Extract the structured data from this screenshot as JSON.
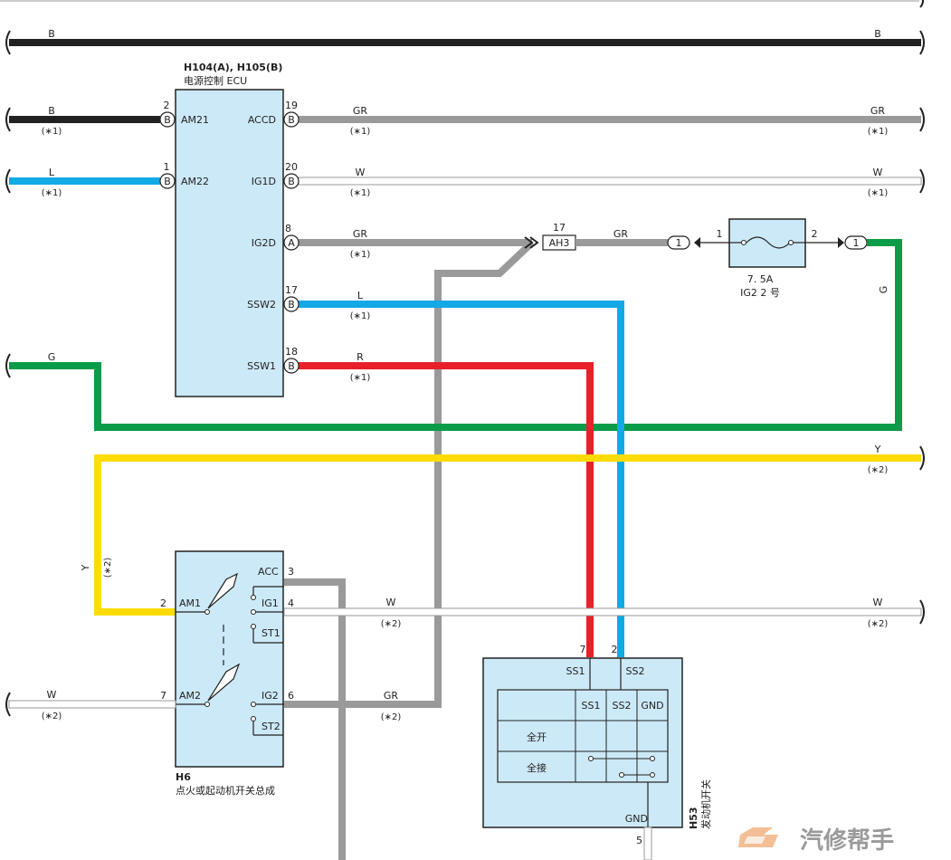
{
  "ecu": {
    "id": "H104(A), H105(B)",
    "name": "电源控制 ECU",
    "pins_left": [
      {
        "num": "2",
        "conn": "B",
        "name": "AM21"
      },
      {
        "num": "1",
        "conn": "B",
        "name": "AM22"
      }
    ],
    "pins_right": [
      {
        "num": "19",
        "conn": "B",
        "name": "ACCD"
      },
      {
        "num": "20",
        "conn": "B",
        "name": "IG1D"
      },
      {
        "num": "8",
        "conn": "A",
        "name": "IG2D"
      },
      {
        "num": "17",
        "conn": "B",
        "name": "SSW2"
      },
      {
        "num": "18",
        "conn": "B",
        "name": "SSW1"
      }
    ]
  },
  "ignition_switch": {
    "id": "H6",
    "name": "点火或起动机开关总成",
    "pins_left": [
      {
        "num": "2",
        "name": "AM1"
      },
      {
        "num": "7",
        "name": "AM2"
      }
    ],
    "pins_right": [
      {
        "num": "3",
        "name": "ACC"
      },
      {
        "num": "4",
        "name": "IG1"
      },
      {
        "name": "ST1"
      },
      {
        "num": "6",
        "name": "IG2"
      },
      {
        "name": "ST2"
      }
    ]
  },
  "engine_switch": {
    "id": "H53",
    "name": "发动机开关",
    "pin_ss1": {
      "num": "7",
      "name": "SS1"
    },
    "pin_ss2": {
      "num": "2",
      "name": "SS2"
    },
    "pin_gnd": {
      "num": "5",
      "name": "GND"
    },
    "table_headers": [
      "SS1",
      "SS2",
      "GND"
    ],
    "table_rows": [
      "全开",
      "全接"
    ]
  },
  "fuse": {
    "rating": "7. 5A",
    "name": "IG2 2 号",
    "pin_in": "1",
    "pin_out": "2"
  },
  "junction": {
    "num": "17",
    "name": "AH3"
  },
  "connector_num": "1",
  "wires": {
    "top_b": "B",
    "am21": "B",
    "am22": "L",
    "accd": "GR",
    "ig1d": "W",
    "ig2d": "GR",
    "ah3_out": "GR",
    "ssw2": "L",
    "ssw1": "R",
    "g_left": "G",
    "g_right": "G",
    "y_right": "Y",
    "y_vertical": "Y",
    "ig1_w": "W",
    "am2_w": "W",
    "ig2_gr": "GR"
  },
  "notes": {
    "n1": "(∗1)",
    "n2": "(∗2)"
  },
  "watermark": "汽修帮手",
  "colors": {
    "black": "#222222",
    "gray": "#9a9a9a",
    "blue": "#12a9e6",
    "red": "#e8202a",
    "green": "#0a9c48",
    "yellow": "#fddc06",
    "box": "#cce9f7"
  }
}
